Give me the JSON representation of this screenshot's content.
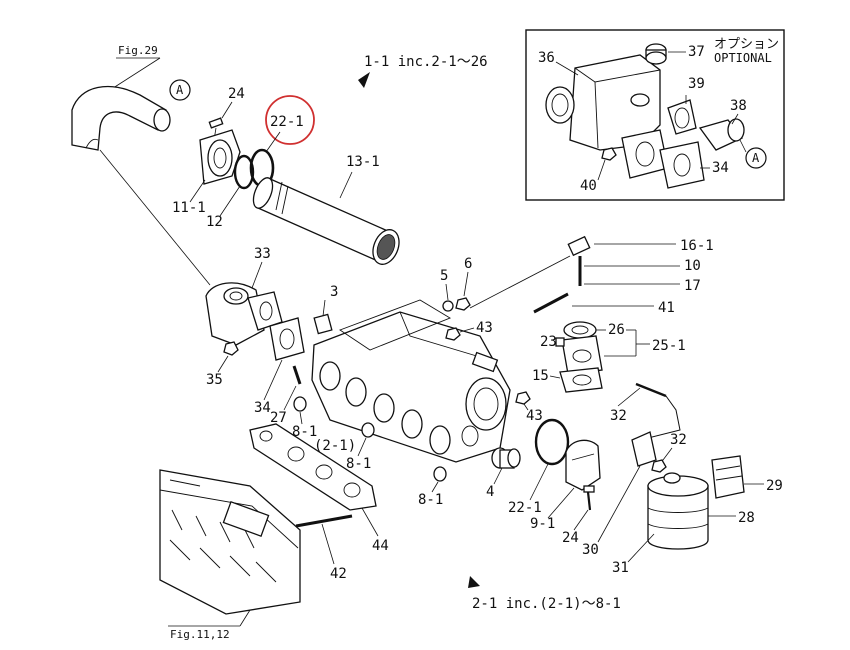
{
  "figure_refs": {
    "fig29": "Fig.29",
    "fig11_12": "Fig.11,12"
  },
  "headers": {
    "group1": "1-1  inc.2-1～26",
    "group2": "2-1  inc.(2-1)～8-1"
  },
  "optional": {
    "jp": "オプション",
    "en": "OPTIONAL"
  },
  "circle_marker": "A",
  "highlight_label": "22-1",
  "labels": {
    "p36": "36",
    "p37": "37",
    "p39": "39",
    "p38": "38",
    "p40": "40",
    "p34o": "34",
    "p24a": "24",
    "p22_1": "22-1",
    "p13_1": "13-1",
    "p11_1": "11-1",
    "p12": "12",
    "p33": "33",
    "p35": "35",
    "p3": "3",
    "p5": "5",
    "p6": "6",
    "p43a": "43",
    "p34": "34",
    "p27": "27",
    "p8_1a": "8-1",
    "p2_1": "(2-1)",
    "p8_1b": "8-1",
    "p8_1c": "8-1",
    "p16_1": "16-1",
    "p10": "10",
    "p17": "17",
    "p41": "41",
    "p26": "26",
    "p25_1": "25-1",
    "p23": "23",
    "p15": "15",
    "p43b": "43",
    "p32a": "32",
    "p32b": "32",
    "p4": "4",
    "p22_1b": "22-1",
    "p9_1": "9-1",
    "p24b": "24",
    "p30": "30",
    "p29": "29",
    "p28": "28",
    "p31": "31",
    "p42": "42",
    "p44": "44"
  }
}
